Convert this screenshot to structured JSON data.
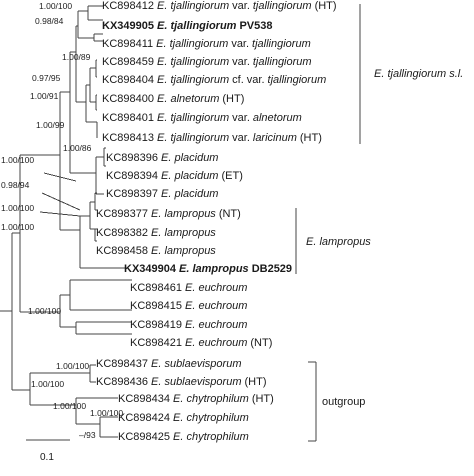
{
  "taxa": [
    {
      "acc": "KC898412",
      "name": "E. tjallingiorum",
      "extra": "var.",
      "name2": "tjallingiorum",
      "note": "(HT)",
      "bold": false
    },
    {
      "acc": "KX349905",
      "name": "E. tjallingiorum",
      "extra": "",
      "name2": "",
      "note": "PV538",
      "bold": true
    },
    {
      "acc": "KC898411",
      "name": "E. tjallingiorum",
      "extra": "var.",
      "name2": "tjallingiorum",
      "note": "",
      "bold": false
    },
    {
      "acc": "KC898459",
      "name": "E. tjallingiorum",
      "extra": "var.",
      "name2": "tjallingiorum",
      "note": "",
      "bold": false
    },
    {
      "acc": "KC898404",
      "name": "E. tjallingiorum",
      "extra": "cf. var.",
      "name2": "tjallingiorum",
      "note": "",
      "bold": false
    },
    {
      "acc": "KC898400",
      "name": "E. alnetorum",
      "extra": "",
      "name2": "",
      "note": "(HT)",
      "bold": false
    },
    {
      "acc": "KC898401",
      "name": "E. tjallingiorum",
      "extra": "var.",
      "name2": "alnetorum",
      "note": "",
      "bold": false
    },
    {
      "acc": "KC898413",
      "name": "E. tjallingiorum",
      "extra": "var.",
      "name2": "laricinum",
      "note": "(HT)",
      "bold": false
    },
    {
      "acc": "KC898396",
      "name": "E. placidum",
      "extra": "",
      "name2": "",
      "note": "",
      "bold": false
    },
    {
      "acc": "KC898394",
      "name": "E. placidum",
      "extra": "",
      "name2": "",
      "note": "(ET)",
      "bold": false
    },
    {
      "acc": "KC898397",
      "name": "E. placidum",
      "extra": "",
      "name2": "",
      "note": "",
      "bold": false
    },
    {
      "acc": "KC898377",
      "name": "E. lampropus",
      "extra": "",
      "name2": "",
      "note": "(NT)",
      "bold": false
    },
    {
      "acc": "KC898382",
      "name": "E. lampropus",
      "extra": "",
      "name2": "",
      "note": "",
      "bold": false
    },
    {
      "acc": "KC898458",
      "name": "E. lampropus",
      "extra": "",
      "name2": "",
      "note": "",
      "bold": false
    },
    {
      "acc": "KX349904",
      "name": "E. lampropus",
      "extra": "",
      "name2": "",
      "note": "DB2529",
      "bold": true
    },
    {
      "acc": "KC898461",
      "name": "E. euchroum",
      "extra": "",
      "name2": "",
      "note": "",
      "bold": false
    },
    {
      "acc": "KC898415",
      "name": "E. euchroum",
      "extra": "",
      "name2": "",
      "note": "",
      "bold": false
    },
    {
      "acc": "KC898419",
      "name": "E. euchroum",
      "extra": "",
      "name2": "",
      "note": "",
      "bold": false
    },
    {
      "acc": "KC898421",
      "name": "E. euchroum",
      "extra": "",
      "name2": "",
      "note": "(NT)",
      "bold": false
    },
    {
      "acc": "KC898437",
      "name": "E. sublaevisporum",
      "extra": "",
      "name2": "",
      "note": "",
      "bold": false
    },
    {
      "acc": "KC898436",
      "name": "E. sublaevisporum",
      "extra": "",
      "name2": "",
      "note": "(HT)",
      "bold": false
    },
    {
      "acc": "KC898434",
      "name": "E. chytrophilum",
      "extra": "",
      "name2": "",
      "note": "(HT)",
      "bold": false
    },
    {
      "acc": "KC898424",
      "name": "E. chytrophilum",
      "extra": "",
      "name2": "",
      "note": "",
      "bold": false
    },
    {
      "acc": "KC898425",
      "name": "E. chytrophilum",
      "extra": "",
      "name2": "",
      "note": "",
      "bold": false
    }
  ],
  "support": [
    "1.00/100",
    "0.98/84",
    "1.00/89",
    "0.97/95",
    "1.00/91",
    "1.00/99",
    "1.00/86",
    "1.00/100",
    "0.98/94",
    "1.00/100",
    "1.00/100",
    "1.00/100",
    "1.00/100",
    "1.00/100",
    "1.00/100",
    "1.00/100",
    "–/93"
  ],
  "groups": [
    {
      "label": "E. tjallingiorum s.l."
    },
    {
      "label": "E. lampropus"
    },
    {
      "label": "outgroup"
    }
  ],
  "scale_label": "0.1"
}
